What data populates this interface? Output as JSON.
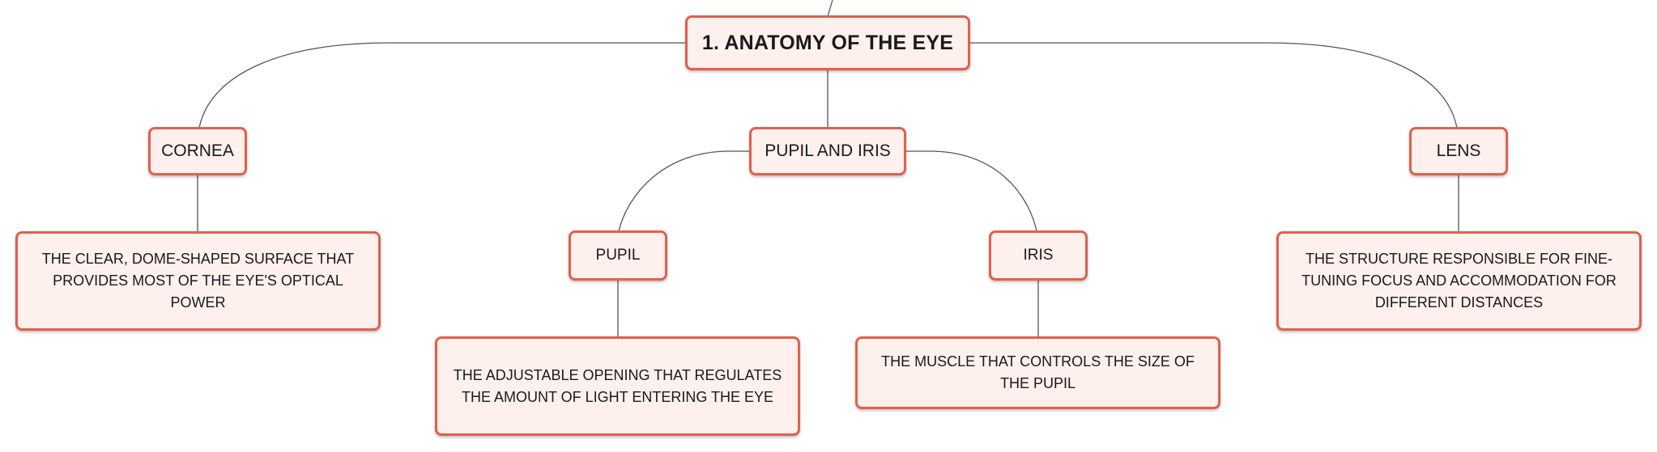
{
  "root": {
    "label": "1. ANATOMY OF THE EYE"
  },
  "topics": {
    "cornea": {
      "label": "CORNEA",
      "description": "THE CLEAR, DOME-SHAPED SURFACE THAT PROVIDES MOST OF THE EYE'S OPTICAL POWER"
    },
    "pupil_and_iris": {
      "label": "PUPIL AND IRIS",
      "pupil": {
        "label": "PUPIL",
        "description": "THE ADJUSTABLE OPENING THAT REGULATES THE AMOUNT OF LIGHT ENTERING THE EYE"
      },
      "iris": {
        "label": "IRIS",
        "description": "THE MUSCLE THAT CONTROLS THE SIZE OF THE PUPIL"
      }
    },
    "lens": {
      "label": "LENS",
      "description": "THE STRUCTURE RESPONSIBLE FOR FINE-TUNING FOCUS AND ACCOMMODATION FOR DIFFERENT DISTANCES"
    }
  },
  "colors": {
    "node_fill": "#fdf0ed",
    "node_border": "#e1604d",
    "connector": "#555555"
  }
}
